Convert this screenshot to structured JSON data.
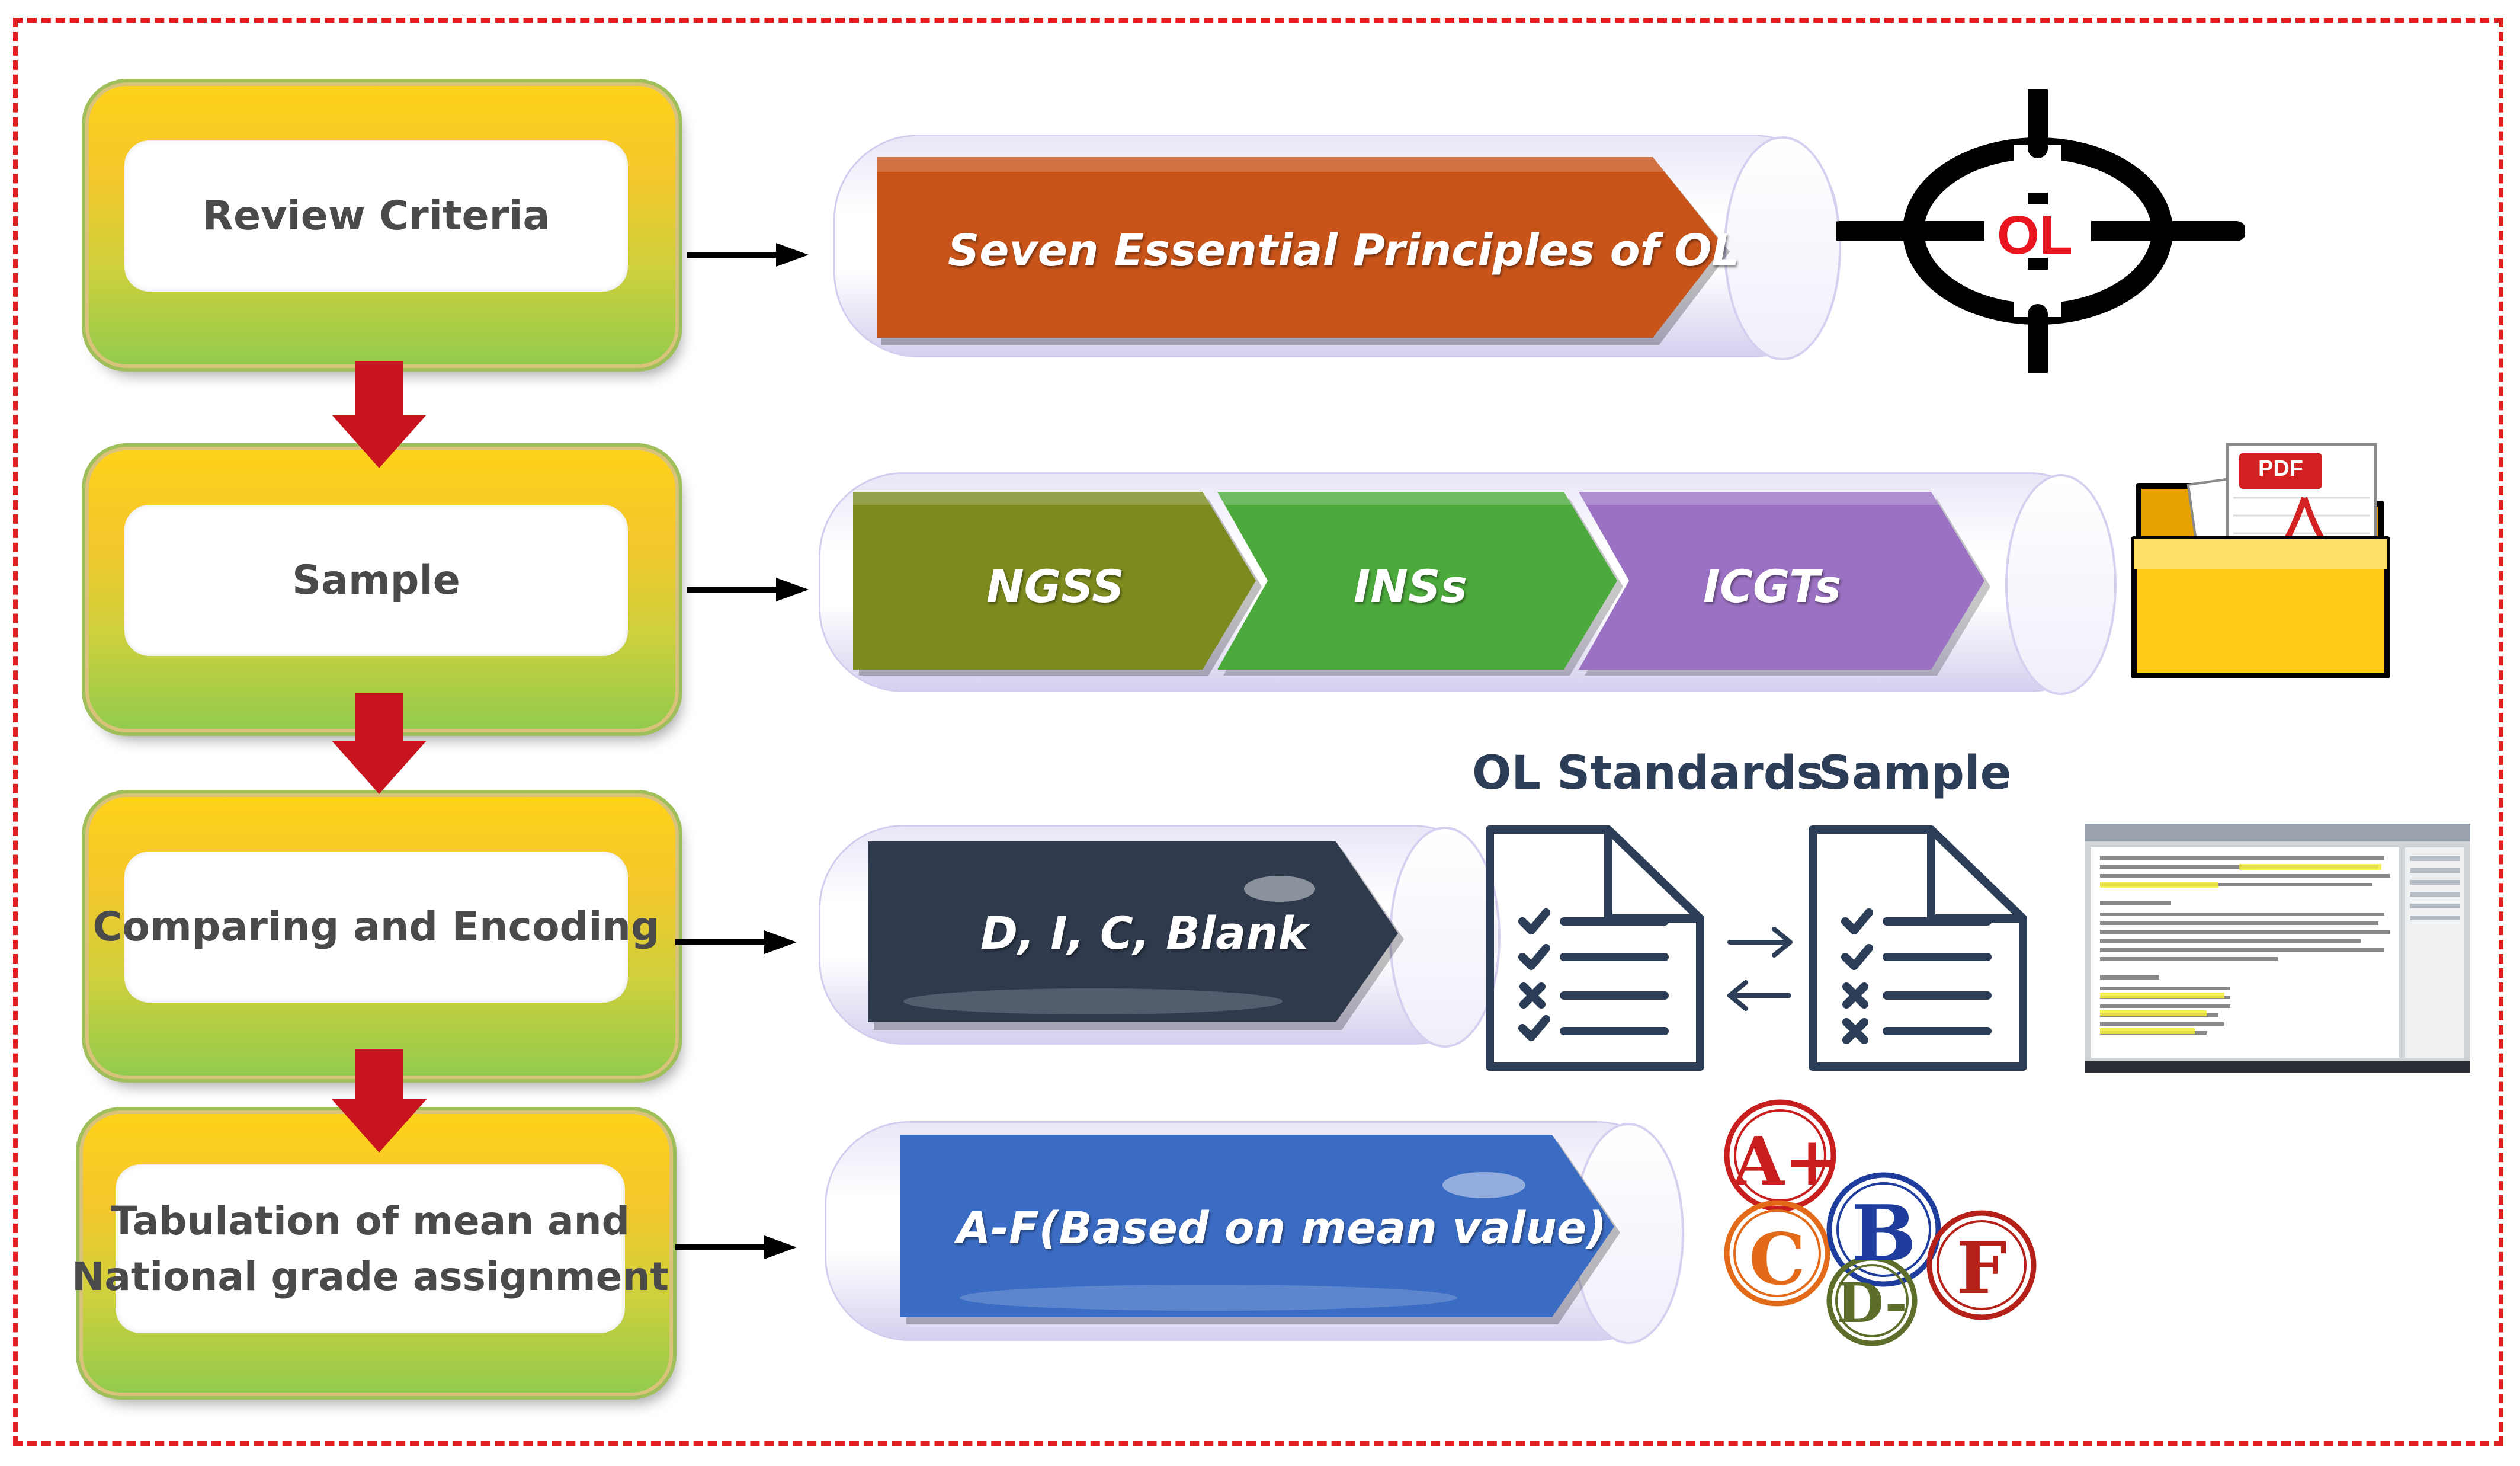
{
  "steps": [
    {
      "line1": "Review Criteria",
      "line2": ""
    },
    {
      "line1": "Sample",
      "line2": ""
    },
    {
      "line1": "Comparing and Encoding",
      "line2": ""
    },
    {
      "line1": "Tabulation of mean and",
      "line2": "National grade assignment"
    }
  ],
  "rows": {
    "principles": "Seven Essential Principles of OL",
    "samples": [
      "NGSS",
      "INSs",
      "ICGTs"
    ],
    "codes": "D, I, C, Blank",
    "grades": "A-F(Based on mean value)"
  },
  "target_icon": {
    "text": "OL"
  },
  "pdf_icon": {
    "text": "PDF"
  },
  "compare": {
    "left_label": "OL Standards",
    "right_label": "Sample"
  },
  "grade_seals": [
    "A+",
    "C",
    "B",
    "D-",
    "F"
  ],
  "colors": {
    "frame": "#e02020",
    "flow_arrow": "#c8141e",
    "principles": "#c8541a",
    "ngss": "#7c8a1e",
    "inss": "#4caa3c",
    "icgts": "#9b72c3",
    "codes": "#2f3a4d",
    "grades": "#3b6cc4"
  }
}
